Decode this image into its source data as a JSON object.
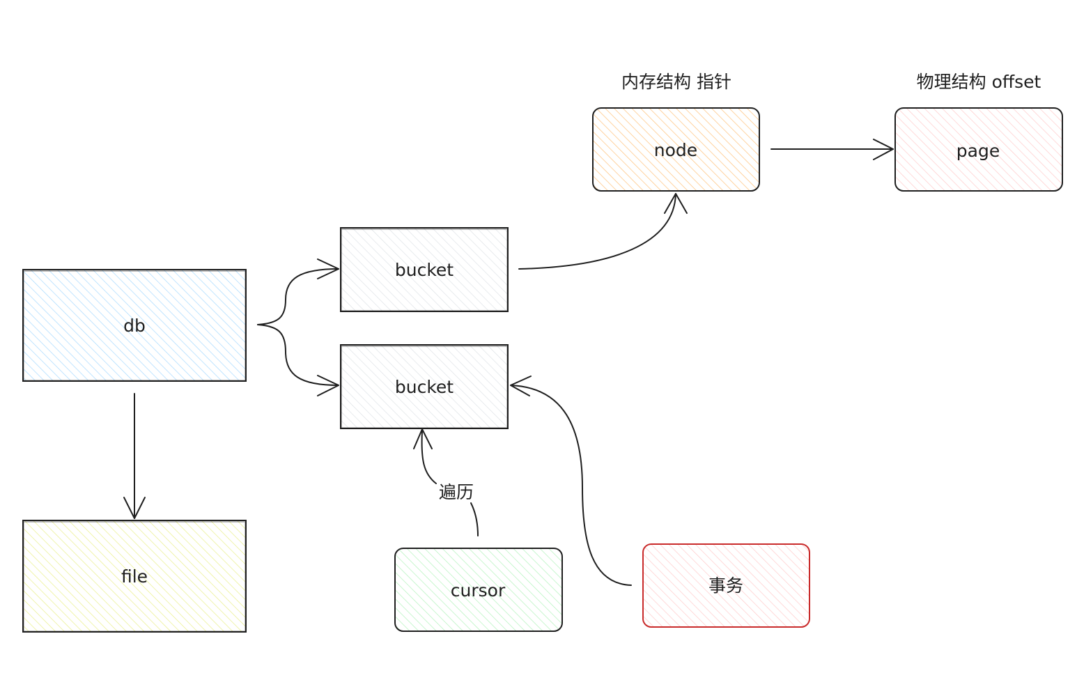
{
  "nodes": {
    "db": {
      "label": "db",
      "fill": "#a5d8ff",
      "stroke": "#1e1e1e"
    },
    "file": {
      "label": "file",
      "fill": "#ffec99",
      "stroke": "#1e1e1e"
    },
    "bucket_top": {
      "label": "bucket",
      "fill": "#dee2e6",
      "stroke": "#1e1e1e"
    },
    "bucket_bottom": {
      "label": "bucket",
      "fill": "#dee2e6",
      "stroke": "#1e1e1e"
    },
    "node": {
      "label": "node",
      "fill": "#ffc078",
      "stroke": "#1e1e1e"
    },
    "page": {
      "label": "page",
      "fill": "#ffc9c9",
      "stroke": "#1e1e1e"
    },
    "cursor": {
      "label": "cursor",
      "fill": "#b2f2bb",
      "stroke": "#1e1e1e"
    },
    "transaction": {
      "label": "事务",
      "fill": "#ffc9c9",
      "stroke": "#c92a2a"
    }
  },
  "captions": {
    "node_caption": "内存结构 指针",
    "page_caption": "物理结构 offset"
  },
  "edges": {
    "traverse_label": "遍历"
  }
}
